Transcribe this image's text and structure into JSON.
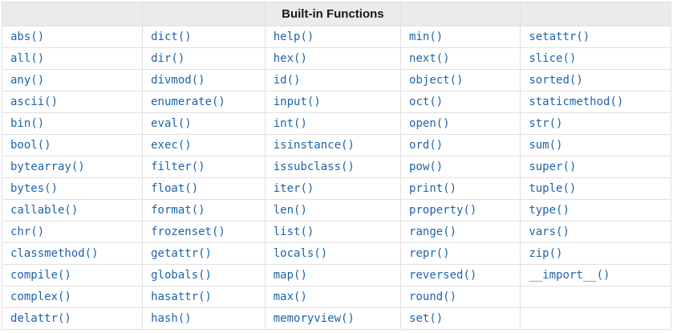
{
  "colors": {
    "link": "#1e63aa",
    "header-bg": "#ebebeb",
    "border": "#e0e0e0",
    "header-text": "#1a1a1a",
    "page-bg": "#ffffff"
  },
  "table": {
    "title": "Built-in Functions",
    "header_cells": [
      "",
      "",
      "Built-in Functions",
      "",
      ""
    ],
    "rows": [
      [
        "abs()",
        "dict()",
        "help()",
        "min()",
        "setattr()"
      ],
      [
        "all()",
        "dir()",
        "hex()",
        "next()",
        "slice()"
      ],
      [
        "any()",
        "divmod()",
        "id()",
        "object()",
        "sorted()"
      ],
      [
        "ascii()",
        "enumerate()",
        "input()",
        "oct()",
        "staticmethod()"
      ],
      [
        "bin()",
        "eval()",
        "int()",
        "open()",
        "str()"
      ],
      [
        "bool()",
        "exec()",
        "isinstance()",
        "ord()",
        "sum()"
      ],
      [
        "bytearray()",
        "filter()",
        "issubclass()",
        "pow()",
        "super()"
      ],
      [
        "bytes()",
        "float()",
        "iter()",
        "print()",
        "tuple()"
      ],
      [
        "callable()",
        "format()",
        "len()",
        "property()",
        "type()"
      ],
      [
        "chr()",
        "frozenset()",
        "list()",
        "range()",
        "vars()"
      ],
      [
        "classmethod()",
        "getattr()",
        "locals()",
        "repr()",
        "zip()"
      ],
      [
        "compile()",
        "globals()",
        "map()",
        "reversed()",
        "__import__()"
      ],
      [
        "complex()",
        "hasattr()",
        "max()",
        "round()",
        ""
      ],
      [
        "delattr()",
        "hash()",
        "memoryview()",
        "set()",
        ""
      ]
    ]
  }
}
